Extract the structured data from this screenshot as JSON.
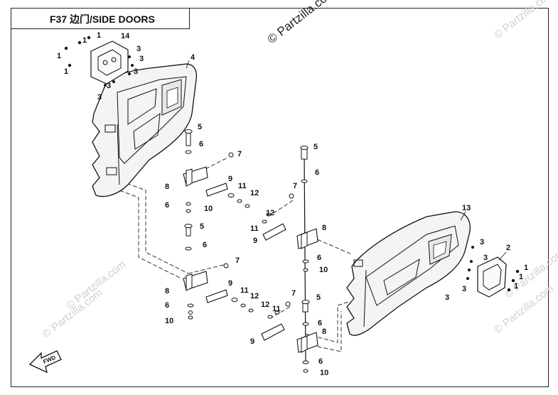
{
  "title": "F37 边门/SIDE DOORS",
  "watermark_main": "© Partzilla.com",
  "watermark_faint": "© Partzilla.com",
  "fwd_label": "FWD",
  "part_labels": [
    {
      "id": "p1a",
      "text": "1"
    },
    {
      "id": "p1b",
      "text": "1"
    },
    {
      "id": "p1c",
      "text": "1"
    },
    {
      "id": "p1d",
      "text": "1"
    },
    {
      "id": "p14",
      "text": "14"
    },
    {
      "id": "p3a",
      "text": "3"
    },
    {
      "id": "p3b",
      "text": "3"
    },
    {
      "id": "p3c",
      "text": "3"
    },
    {
      "id": "p3d",
      "text": "3"
    },
    {
      "id": "p3e",
      "text": "3"
    },
    {
      "id": "p4",
      "text": "4"
    },
    {
      "id": "p5a",
      "text": "5"
    },
    {
      "id": "p6a",
      "text": "6"
    },
    {
      "id": "p7a",
      "text": "7"
    },
    {
      "id": "p8a",
      "text": "8"
    },
    {
      "id": "p9a",
      "text": "9"
    },
    {
      "id": "p11a",
      "text": "11"
    },
    {
      "id": "p12a",
      "text": "12"
    },
    {
      "id": "p6b",
      "text": "6"
    },
    {
      "id": "p10a",
      "text": "10"
    },
    {
      "id": "p5b",
      "text": "5"
    },
    {
      "id": "p6c",
      "text": "6"
    },
    {
      "id": "p7b",
      "text": "7"
    },
    {
      "id": "p8b",
      "text": "8"
    },
    {
      "id": "p9b",
      "text": "9"
    },
    {
      "id": "p11b",
      "text": "11"
    },
    {
      "id": "p12b",
      "text": "12"
    },
    {
      "id": "p6d",
      "text": "6"
    },
    {
      "id": "p10b",
      "text": "10"
    },
    {
      "id": "p12c",
      "text": "12"
    },
    {
      "id": "p11c",
      "text": "11"
    },
    {
      "id": "p5c",
      "text": "5"
    },
    {
      "id": "p6e",
      "text": "6"
    },
    {
      "id": "p7c",
      "text": "7"
    },
    {
      "id": "p12d",
      "text": "12"
    },
    {
      "id": "p11d",
      "text": "11"
    },
    {
      "id": "p9c",
      "text": "9"
    },
    {
      "id": "p8c",
      "text": "8"
    },
    {
      "id": "p6f",
      "text": "6"
    },
    {
      "id": "p10c",
      "text": "10"
    },
    {
      "id": "p7d",
      "text": "7"
    },
    {
      "id": "p5d",
      "text": "5"
    },
    {
      "id": "p6g",
      "text": "6"
    },
    {
      "id": "p9d",
      "text": "9"
    },
    {
      "id": "p8d",
      "text": "8"
    },
    {
      "id": "p6h",
      "text": "6"
    },
    {
      "id": "p10d",
      "text": "10"
    },
    {
      "id": "p13",
      "text": "13"
    },
    {
      "id": "p3f",
      "text": "3"
    },
    {
      "id": "p3g",
      "text": "3"
    },
    {
      "id": "p3h",
      "text": "3"
    },
    {
      "id": "p3i",
      "text": "3"
    },
    {
      "id": "p2",
      "text": "2"
    },
    {
      "id": "p1e",
      "text": "1"
    },
    {
      "id": "p1f",
      "text": "1"
    },
    {
      "id": "p1g",
      "text": "1"
    }
  ]
}
